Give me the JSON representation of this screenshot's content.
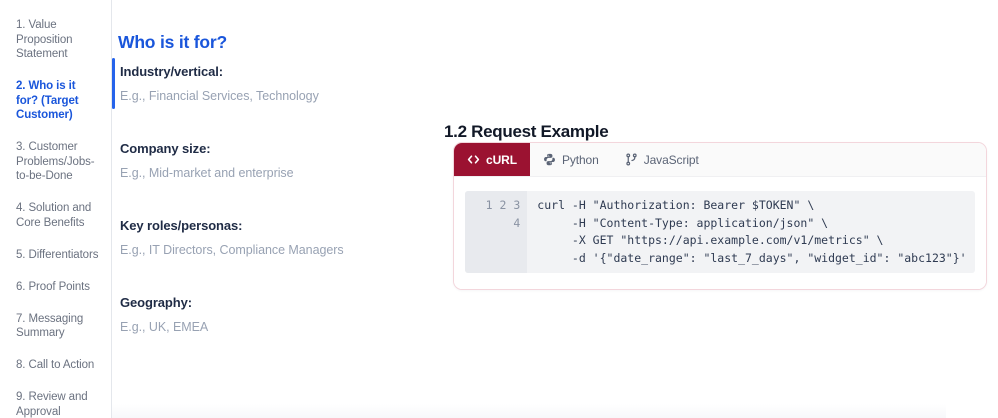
{
  "sidebar": {
    "items": [
      {
        "label": "1. Value Proposition Statement",
        "active": false
      },
      {
        "label": "2. Who is it for? (Target Customer)",
        "active": true
      },
      {
        "label": "3. Customer Problems/Jobs-to-be-Done",
        "active": false
      },
      {
        "label": "4. Solution and Core Benefits",
        "active": false
      },
      {
        "label": "5. Differentiators",
        "active": false
      },
      {
        "label": "6. Proof Points",
        "active": false
      },
      {
        "label": "7. Messaging Summary",
        "active": false
      },
      {
        "label": "8. Call to Action",
        "active": false
      },
      {
        "label": "9. Review and Approval",
        "active": false
      }
    ]
  },
  "content": {
    "section_title": "Who is it for?",
    "accent_color": "#1a56db",
    "fields": [
      {
        "label": "Industry/vertical:",
        "hint": "E.g., Financial Services, Technology",
        "marked": true
      },
      {
        "label": "Company size:",
        "hint": "E.g., Mid-market and enterprise",
        "marked": false
      },
      {
        "label": "Key roles/personas:",
        "hint": "E.g., IT Directors, Compliance Managers",
        "marked": false
      },
      {
        "label": "Geography:",
        "hint": "E.g., UK, EMEA",
        "marked": false
      }
    ]
  },
  "request_example": {
    "heading": "1.2 Request Example",
    "active_tab_color": "#9b1231",
    "card_border_color": "#f3d6dc",
    "tabs": [
      {
        "label": "cURL",
        "icon": "code-brackets-icon",
        "active": true
      },
      {
        "label": "Python",
        "icon": "python-logo-icon",
        "active": false
      },
      {
        "label": "JavaScript",
        "icon": "git-branch-icon",
        "active": false
      }
    ],
    "code": {
      "language": "bash",
      "line_numbers": [
        "1",
        "2",
        "3",
        "4"
      ],
      "lines": [
        "curl -H \"Authorization: Bearer $TOKEN\" \\",
        "     -H \"Content-Type: application/json\" \\",
        "     -X GET \"https://api.example.com/v1/metrics\" \\",
        "     -d '{\"date_range\": \"last_7_days\", \"widget_id\": \"abc123\"}'"
      ]
    }
  }
}
